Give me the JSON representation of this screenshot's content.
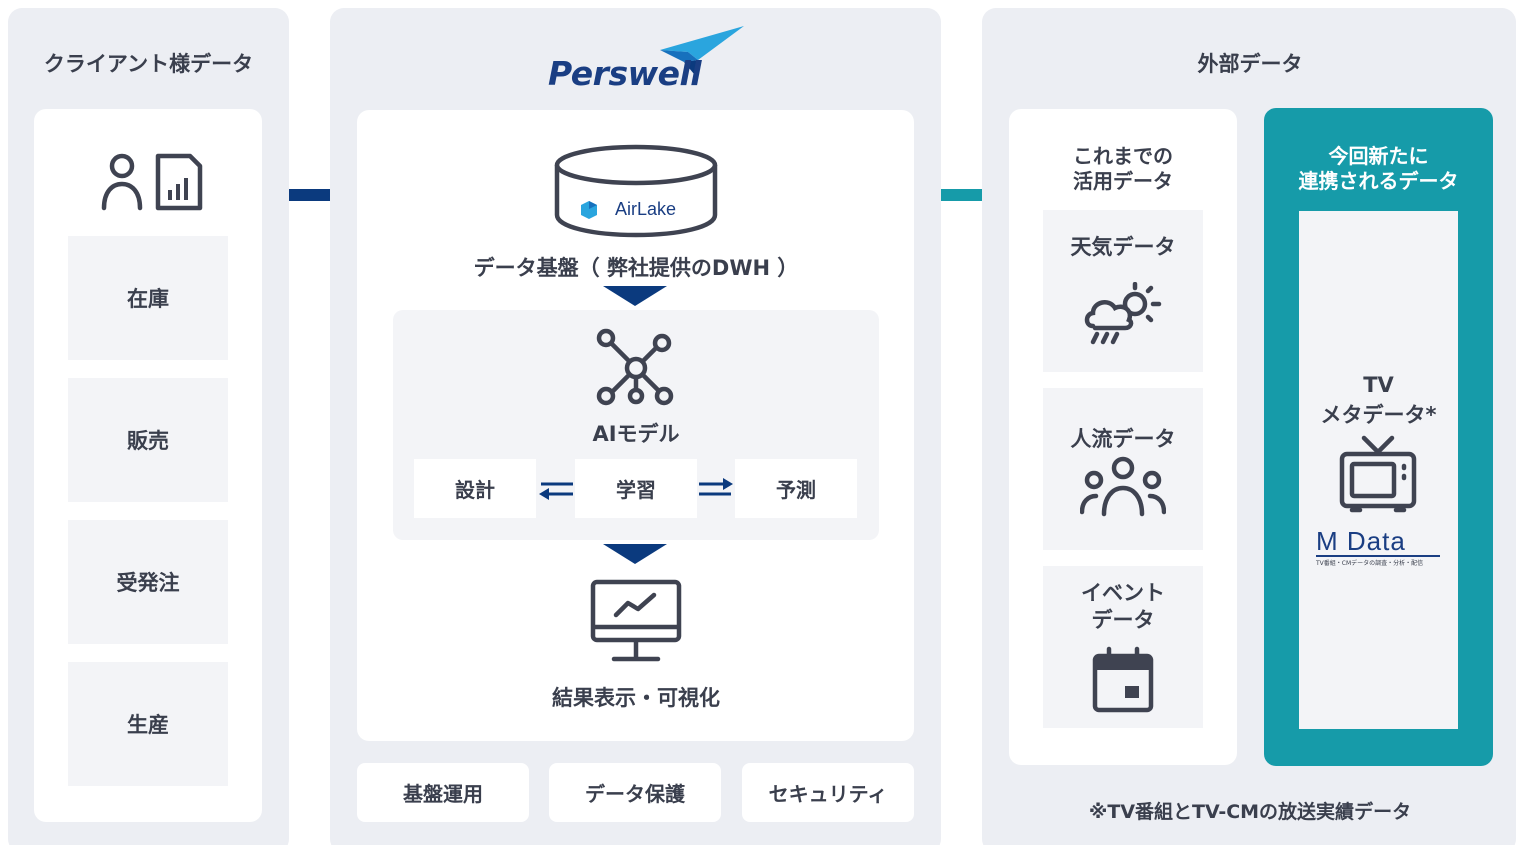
{
  "client": {
    "title": "クライアント様データ",
    "items": [
      "在庫",
      "販売",
      "受発注",
      "生産"
    ]
  },
  "center": {
    "logo": "Perswell",
    "db_label": "AirLake",
    "dwh_label": "データ基盤（ 弊社提供のDWH ）",
    "ai_label": "AIモデル",
    "steps": [
      "設計",
      "学習",
      "予測"
    ],
    "result_label": "結果表示・可視化",
    "bottom": [
      "基盤運用",
      "データ保護",
      "セキュリティ"
    ]
  },
  "external": {
    "title": "外部データ",
    "existing_title_1": "これまでの",
    "existing_title_2": "活用データ",
    "weather": "天気データ",
    "people": "人流データ",
    "event_1": "イベント",
    "event_2": "データ",
    "new_title_1": "今回新たに",
    "new_title_2": "連携されるデータ",
    "tv_1": "TV",
    "tv_2": "メタデータ*",
    "mdata_logo": "M Data",
    "mdata_tagline": "TV番組・CMデータの調査・分析・配信",
    "footnote": "※TV番組とTV-CMの放送実績データ"
  },
  "colors": {
    "navy": "#0b3a7e",
    "teal": "#169ba9",
    "icon": "#3f4351",
    "panel": "#eceef3"
  }
}
